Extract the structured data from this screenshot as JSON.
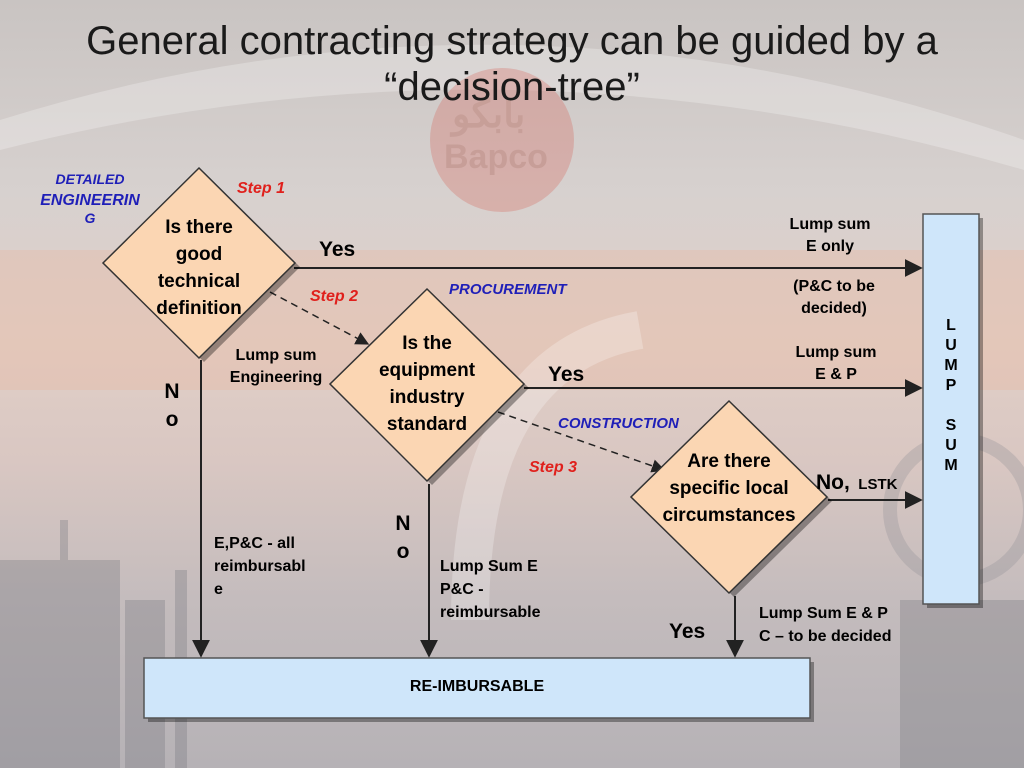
{
  "title": {
    "line1": "General contracting strategy can be guided by a",
    "line2": "“decision-tree”"
  },
  "background": {
    "logo_arabic": "بابكو",
    "logo_text": "Bapco"
  },
  "phases": {
    "engineering": {
      "line1": "DETAILED",
      "line2": "ENGINEERIN",
      "line3": "G"
    },
    "procurement": "PROCUREMENT",
    "construction": "CONSTRUCTION"
  },
  "steps": {
    "step1": "Step 1",
    "step2": "Step 2",
    "step3": "Step 3"
  },
  "decisions": {
    "d1": {
      "line1": "Is there",
      "line2": "good",
      "line3": "technical",
      "line4": "definition"
    },
    "d2": {
      "line1": "Is the",
      "line2": "equipment",
      "line3": "industry",
      "line4": "standard"
    },
    "d3": {
      "line1": "Are there",
      "line2": "specific local",
      "line3": "circumstances"
    }
  },
  "branch_labels": {
    "d1_yes": "Yes",
    "d1_no_1": "N",
    "d1_no_2": "o",
    "d2_yes": "Yes",
    "d2_no_1": "N",
    "d2_no_2": "o",
    "d3_no": "No",
    "d3_no_comma": ",",
    "d3_lstk": "LSTK",
    "d3_yes": "Yes"
  },
  "outcomes": {
    "lump_sum_e_only": {
      "line1": "Lump sum",
      "line2": "E only"
    },
    "pc_to_be_decided": {
      "line1": "(P&C to be",
      "line2": "decided)"
    },
    "lump_sum_engineering": {
      "line1": "Lump sum",
      "line2": "Engineering"
    },
    "lump_sum_ep": {
      "line1": "Lump sum",
      "line2": "E & P"
    },
    "epc_all_reimbursable": {
      "line1": "E,P&C - all",
      "line2": "reimbursabl",
      "line3": "e"
    },
    "lump_sum_e_pc_reimb": {
      "line1": "Lump Sum E",
      "line2": "P&C -",
      "line3": "reimbursable"
    },
    "lump_sum_ep_c_tbd": {
      "line1": "Lump Sum E & P",
      "line2": "C – to be decided"
    }
  },
  "lump_sum_box": {
    "letters": [
      "L",
      "U",
      "M",
      "P",
      "",
      "S",
      "U",
      "M"
    ]
  },
  "reimbursable_box": {
    "label": "RE-IMBURSABLE"
  },
  "colors": {
    "diamond_fill": "#fbd6b3",
    "box_fill": "#cfe6fa",
    "step_red": "#e0201c",
    "phase_blue": "#1f1fb8"
  }
}
